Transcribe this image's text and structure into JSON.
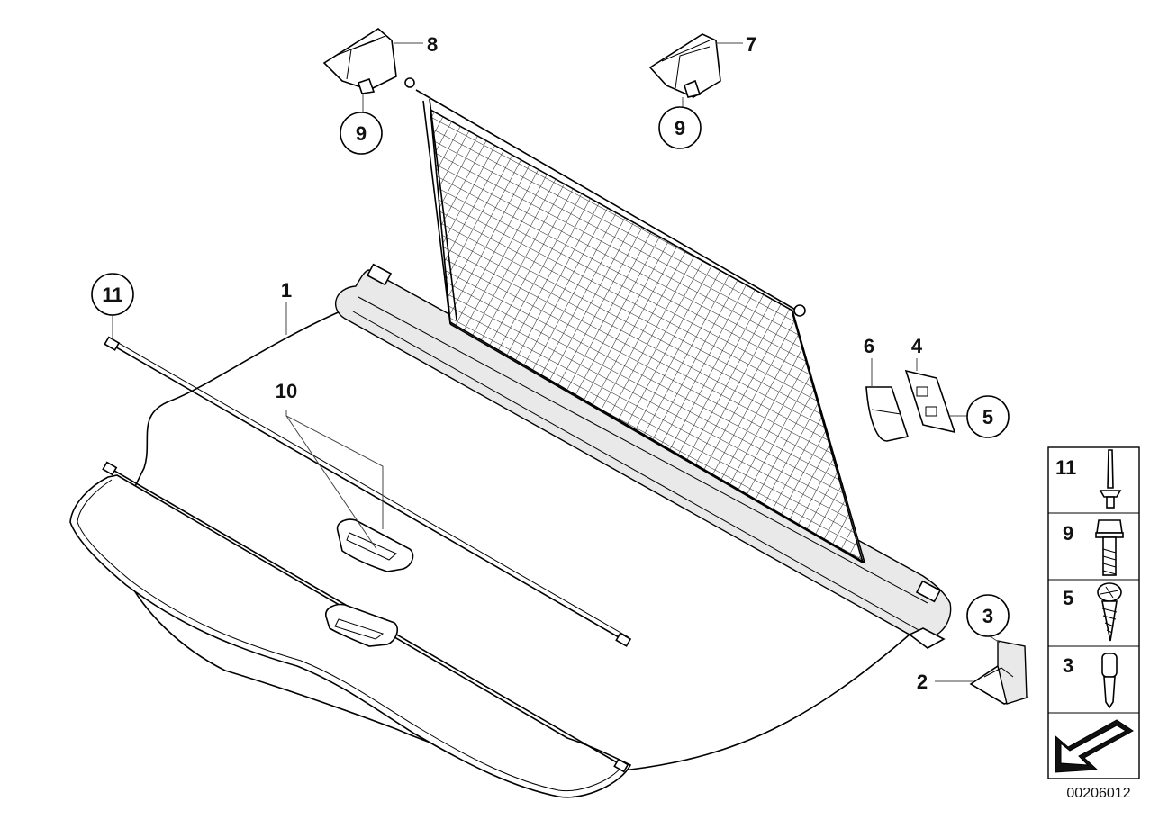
{
  "diagram": {
    "doc_number": "00206012",
    "callouts": {
      "c1": "1",
      "c2": "2",
      "c3": "3",
      "c4": "4",
      "c5": "5",
      "c6": "6",
      "c7": "7",
      "c8": "8",
      "c9a": "9",
      "c9b": "9",
      "c10": "10",
      "c11": "11"
    },
    "legend": [
      {
        "number": "11",
        "icon": "rivet-icon"
      },
      {
        "number": "9",
        "icon": "hex-bolt-icon"
      },
      {
        "number": "5",
        "icon": "tapping-screw-icon"
      },
      {
        "number": "3",
        "icon": "pin-icon"
      }
    ],
    "legend_footer_icon": "direction-arrow-icon"
  }
}
